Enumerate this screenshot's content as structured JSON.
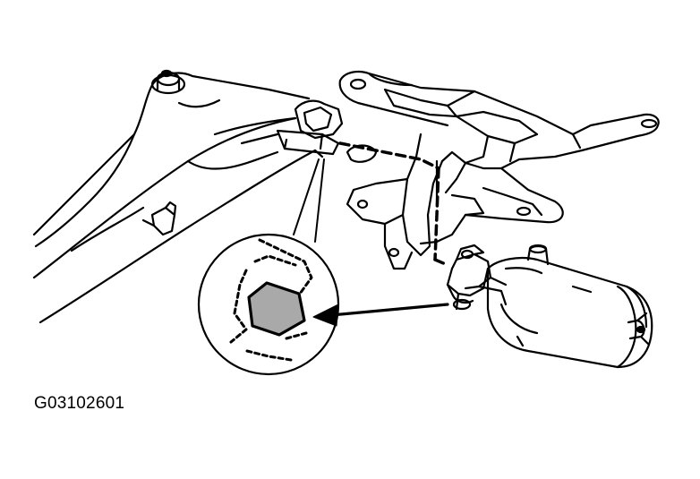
{
  "figure": {
    "id_label": "G03102601",
    "colors": {
      "line": "#000000",
      "background": "#ffffff",
      "hex_fill": "#a9a9a9"
    }
  },
  "parts": [
    "wiper-linkage-arm",
    "pivot-bushing",
    "linkage-clip",
    "mounting-bracket",
    "wiper-motor",
    "detail-inset-hex-spindle"
  ]
}
